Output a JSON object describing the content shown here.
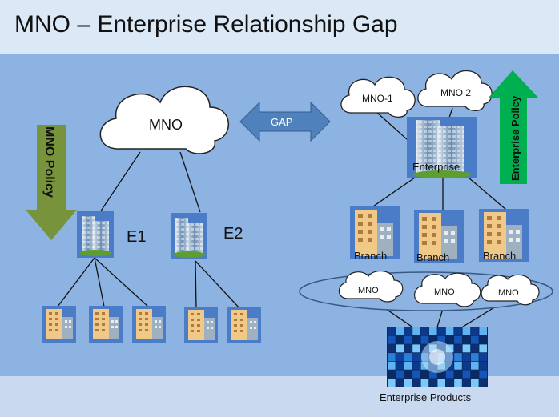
{
  "title": "MNO – Enterprise Relationship Gap",
  "left": {
    "cloud_label": "MNO",
    "policy_label": "MNO Policy",
    "enterprises": [
      "E1",
      "E2"
    ]
  },
  "gap_label": "GAP",
  "right": {
    "mno_clouds": [
      "MNO-1",
      "MNO 2"
    ],
    "enterprise_label": "Enterprise",
    "policy_label": "Enterprise Policy",
    "branches": [
      "Branch",
      "Branch",
      "Branch"
    ],
    "branch_mnos": [
      "MNO",
      "MNO",
      "MNO"
    ],
    "products_label": "Enterprise Products"
  },
  "colors": {
    "panel": "#8db3e2",
    "mno_policy_arrow": "#77933c",
    "enterprise_policy_arrow": "#00b050",
    "gap_arrow": "#4f81bd"
  }
}
